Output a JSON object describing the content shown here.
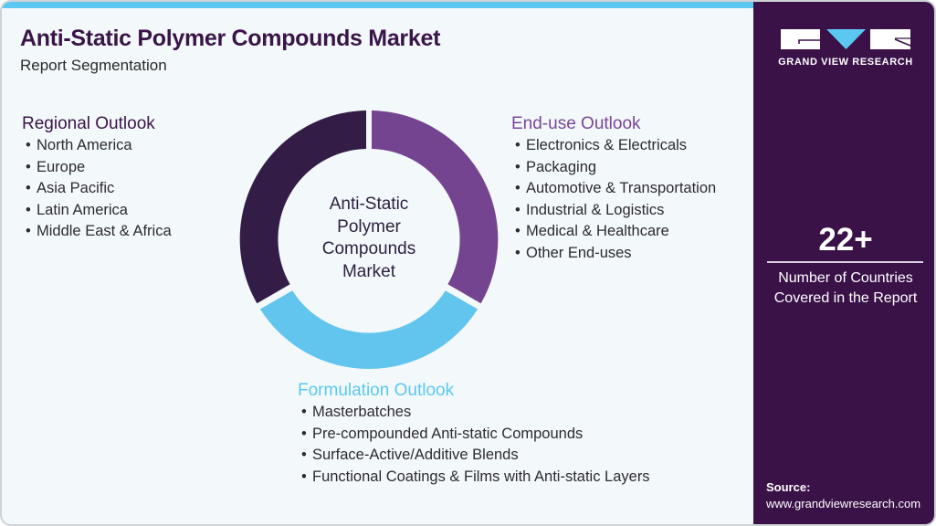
{
  "header": {
    "title": "Anti-Static Polymer Compounds Market",
    "subtitle": "Report Segmentation"
  },
  "colors": {
    "accent_blue": "#5bc8f2",
    "dark_purple": "#3a1248",
    "mid_purple": "#7a4699",
    "donut_dark": "#331d47",
    "donut_purple": "#754490",
    "donut_blue": "#62c5ee",
    "background": "#f3f8fb"
  },
  "segments": {
    "regional": {
      "heading": "Regional Outlook",
      "items": [
        "North America",
        "Europe",
        "Asia Pacific",
        "Latin America",
        "Middle East & Africa"
      ]
    },
    "enduse": {
      "heading": "End-use Outlook",
      "items": [
        "Electronics & Electricals",
        "Packaging",
        "Automotive & Transportation",
        "Industrial & Logistics",
        "Medical & Healthcare",
        "Other End-uses"
      ]
    },
    "formulation": {
      "heading": "Formulation Outlook",
      "items": [
        "Masterbatches",
        "Pre-compounded Anti-static Compounds",
        "Surface-Active/Additive Blends",
        "Functional Coatings & Films with Anti-static Layers"
      ]
    }
  },
  "donut": {
    "center_lines": [
      "Anti-Static",
      "Polymer",
      "Compounds",
      "Market"
    ],
    "slices": [
      {
        "name": "End-use Outlook",
        "color": "#754490",
        "share": 0.3333
      },
      {
        "name": "Formulation Outlook",
        "color": "#62c5ee",
        "share": 0.3333
      },
      {
        "name": "Regional Outlook",
        "color": "#331d47",
        "share": 0.3333
      }
    ]
  },
  "side_panel": {
    "brand": "GRAND VIEW RESEARCH",
    "stat_value": "22+",
    "stat_label_line1": "Number of Countries",
    "stat_label_line2": "Covered in the Report",
    "source_label": "Source:",
    "source_url": "www.grandviewresearch.com"
  }
}
